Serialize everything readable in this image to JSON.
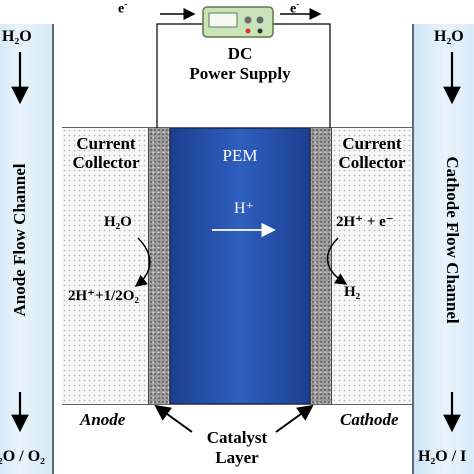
{
  "power_supply": {
    "label_line1": "DC",
    "label_line2": "Power Supply",
    "electron_left": "e",
    "electron_right": "e",
    "electron_sup": "-"
  },
  "anode_channel": {
    "label": "Anode Flow Channel",
    "inlet": "H₂O",
    "outlet": "₂O / O₂"
  },
  "cathode_channel": {
    "label": "Cathode Flow Channel",
    "inlet": "H₂O",
    "outlet": "H₂O / I"
  },
  "left_collector": {
    "line1": "Current",
    "line2": "Collector",
    "reactant": "H₂O",
    "product": "2H⁺+1/2O₂"
  },
  "right_collector": {
    "line1": "Current",
    "line2": "Collector",
    "reactant": "2H⁺ + e⁻",
    "product": "H₂"
  },
  "pem": {
    "label": "PEM",
    "ion": "H⁺"
  },
  "electrodes": {
    "anode": "Anode",
    "cathode": "Cathode"
  },
  "catalyst": {
    "line1": "Catalyst",
    "line2": "Layer"
  },
  "colors": {
    "pem_blue": "#2f5fbf",
    "channel_blue": "#d6eaf8"
  }
}
